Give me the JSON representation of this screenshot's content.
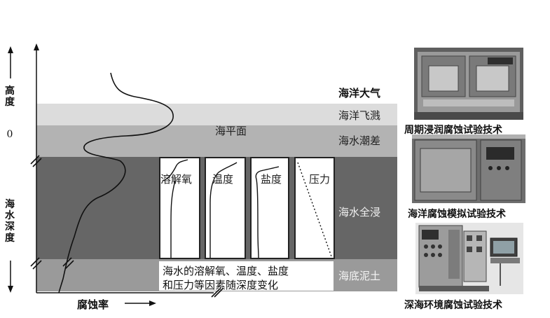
{
  "axis": {
    "height_label": "高度",
    "zero_label": "0",
    "depth_label": "海水深度",
    "corrosion_label": "腐蚀率"
  },
  "zones": {
    "atmosphere": "海洋大气",
    "splash": "海洋飞溅",
    "sea_level": "海平面",
    "tidal": "海水潮差",
    "immersion": "海水全浸",
    "mud": "海底泥土"
  },
  "factors": [
    "溶解氧",
    "温度",
    "盐度",
    "压力"
  ],
  "factor_note": [
    "海水的溶解氧、温度、盐度",
    "和压力等因素随深度变化"
  ],
  "techniques": [
    {
      "caption": "周期浸润腐蚀试验技术",
      "icon": "cyclic-immersion-chamber-photo"
    },
    {
      "caption": "海洋腐蚀模拟试验技术",
      "icon": "marine-simulation-chamber-photo"
    },
    {
      "caption": "深海环境腐蚀试验技术",
      "icon": "deep-sea-test-console-photo"
    }
  ],
  "colors": {
    "atmosphere": "#ffffff",
    "splash": "#dcdcdc",
    "tidal": "#b3b3b3",
    "immersion": "#666666",
    "mud": "#9a9a9a"
  }
}
